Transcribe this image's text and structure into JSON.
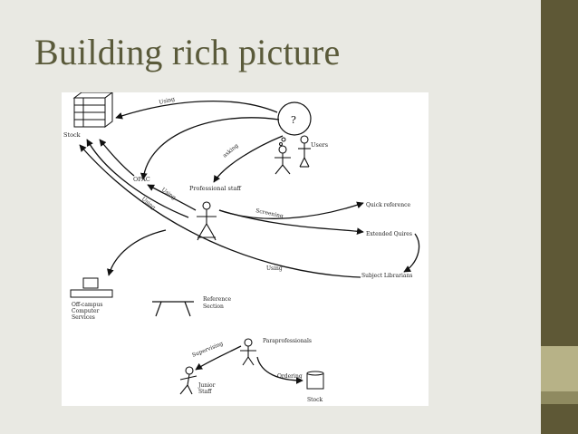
{
  "slide": {
    "title": "Building rich picture"
  },
  "colors": {
    "sidebar": "#5e5836",
    "sidebar_accent": "#b7b287",
    "title": "#5a5a3a"
  },
  "nodes": {
    "stock": "Stock",
    "opac": "OPAC",
    "question": "?",
    "users": "Users",
    "professional_staff": "Professional staff",
    "quick_reference": "Quick reference",
    "extended_quires": "Extended Quires",
    "subject_librarians": "Subject Librarians",
    "off_campus_1": "Off-campus",
    "off_campus_2": "Computer",
    "off_campus_3": "Services",
    "reference_1": "Reference",
    "reference_2": "Section",
    "paraprofessionals": "Paraprofessionals",
    "junior_staff_1": "Junior",
    "junior_staff_2": "Staff",
    "stock_2": "Stock"
  },
  "edges": {
    "using_top": "Using",
    "asking": "asking",
    "using_opac": "Using",
    "using_stock": "Using",
    "screening": "Screening",
    "using_librarians": "Using",
    "supervising": "Supervising",
    "ordering": "Ordering"
  }
}
